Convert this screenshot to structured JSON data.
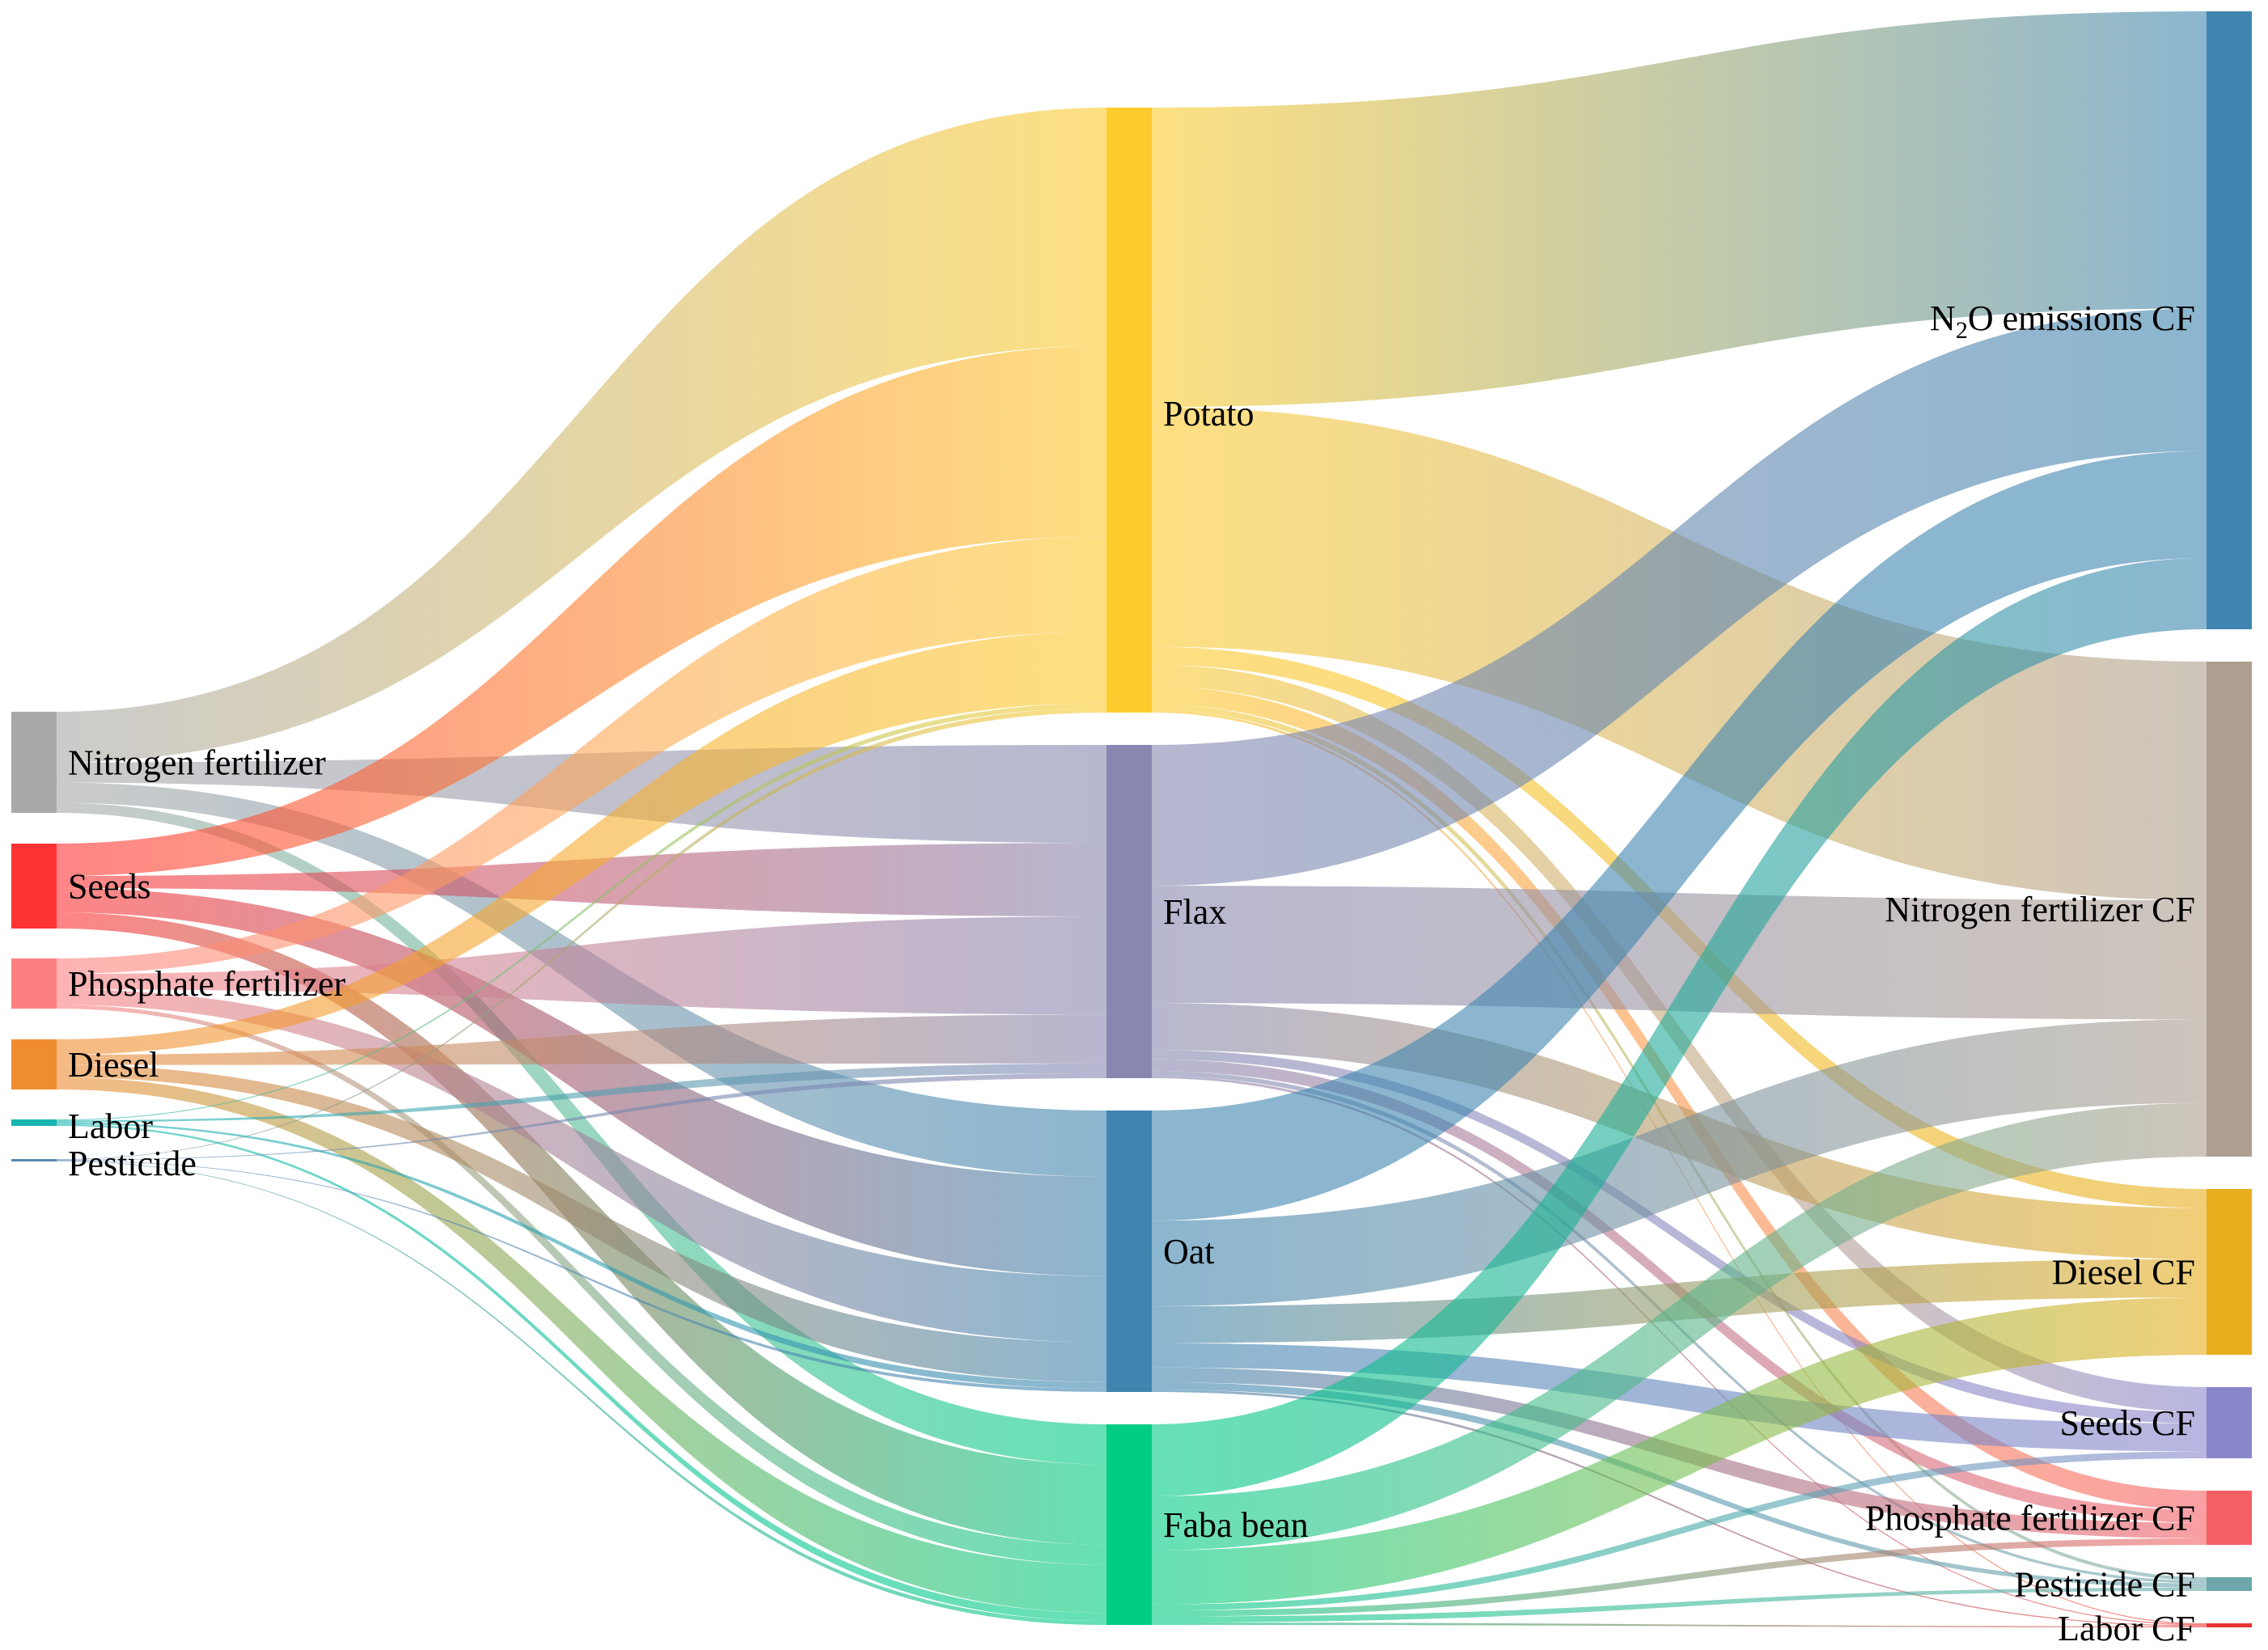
{
  "chart_data": {
    "type": "sankey",
    "colors": {
      "nitrogen_fertilizer": "#a8a8a8",
      "seeds": "#fe3333",
      "phosphate_fertilizer": "#fd8080",
      "diesel": "#ef8c30",
      "labor": "#16b5b0",
      "pesticide": "#5b86ae",
      "potato": "#fdcb2e",
      "flax": "#8787b0",
      "oat": "#3f85af",
      "faba_bean": "#00cd83",
      "n2o_cf": "#3e85af",
      "nitrogen_cf": "#ad9e8f",
      "diesel_cf": "#e7ae1d",
      "seeds_cf": "#8a86cc",
      "phosphate_cf": "#f55f64",
      "pesticide_cf": "#6da6ab",
      "labor_cf": "#e73434"
    },
    "nodes": [
      {
        "id": "nf",
        "label": "Nitrogen fertilizer",
        "color": "#a8a8a8"
      },
      {
        "id": "seeds",
        "label": "Seeds",
        "color": "#fe3333"
      },
      {
        "id": "pf",
        "label": "Phosphate fertilizer",
        "color": "#fd8080"
      },
      {
        "id": "diesel",
        "label": "Diesel",
        "color": "#ef8c30"
      },
      {
        "id": "labor",
        "label": "Labor",
        "color": "#16b5b0"
      },
      {
        "id": "pest",
        "label": "Pesticide",
        "color": "#5b86ae"
      },
      {
        "id": "potato",
        "label": "Potato",
        "color": "#fdcb2e"
      },
      {
        "id": "flax",
        "label": "Flax",
        "color": "#8787b0"
      },
      {
        "id": "oat",
        "label": "Oat",
        "color": "#3f85af"
      },
      {
        "id": "faba",
        "label": "Faba bean",
        "color": "#00cd83"
      },
      {
        "id": "n2o_cf",
        "label_parts": [
          "N",
          "2",
          "O emissions CF"
        ],
        "color": "#3e85af"
      },
      {
        "id": "nf_cf",
        "label": "Nitrogen fertilizer CF",
        "color": "#ad9e8f"
      },
      {
        "id": "diesel_cf",
        "label": "Diesel CF",
        "color": "#e7ae1d"
      },
      {
        "id": "seeds_cf",
        "label": "Seeds CF",
        "color": "#8a86cc"
      },
      {
        "id": "pf_cf",
        "label": "Phosphate fertilizer CF",
        "color": "#f55f64"
      },
      {
        "id": "pest_cf",
        "label": "Pesticide CF",
        "color": "#6da6ab"
      },
      {
        "id": "labor_cf",
        "label": "Labor CF",
        "color": "#e73434"
      }
    ],
    "links": [
      {
        "source": "nf",
        "target": "potato",
        "value": 50
      },
      {
        "source": "nf",
        "target": "flax",
        "value": 20
      },
      {
        "source": "nf",
        "target": "oat",
        "value": 20
      },
      {
        "source": "nf",
        "target": "faba",
        "value": 10
      },
      {
        "source": "seeds",
        "target": "potato",
        "value": 40
      },
      {
        "source": "seeds",
        "target": "flax",
        "value": 15
      },
      {
        "source": "seeds",
        "target": "oat",
        "value": 30
      },
      {
        "source": "seeds",
        "target": "faba",
        "value": 20
      },
      {
        "source": "pf",
        "target": "potato",
        "value": 20
      },
      {
        "source": "pf",
        "target": "flax",
        "value": 20
      },
      {
        "source": "pf",
        "target": "oat",
        "value": 20
      },
      {
        "source": "pf",
        "target": "faba",
        "value": 5
      },
      {
        "source": "diesel",
        "target": "potato",
        "value": 15
      },
      {
        "source": "diesel",
        "target": "flax",
        "value": 10
      },
      {
        "source": "diesel",
        "target": "oat",
        "value": 12
      },
      {
        "source": "diesel",
        "target": "faba",
        "value": 12
      },
      {
        "source": "labor",
        "target": "potato",
        "value": 1
      },
      {
        "source": "labor",
        "target": "flax",
        "value": 2
      },
      {
        "source": "labor",
        "target": "oat",
        "value": 2
      },
      {
        "source": "labor",
        "target": "faba",
        "value": 2
      },
      {
        "source": "pest",
        "target": "potato",
        "value": 1
      },
      {
        "source": "pest",
        "target": "flax",
        "value": 1
      },
      {
        "source": "pest",
        "target": "oat",
        "value": 1
      },
      {
        "source": "pest",
        "target": "faba",
        "value": 1
      },
      {
        "source": "potato",
        "target": "n2o_cf",
        "value": 250
      },
      {
        "source": "potato",
        "target": "nf_cf",
        "value": 200
      },
      {
        "source": "potato",
        "target": "diesel_cf",
        "value": 15
      },
      {
        "source": "potato",
        "target": "seeds_cf",
        "value": 18
      },
      {
        "source": "potato",
        "target": "pf_cf",
        "value": 15
      },
      {
        "source": "potato",
        "target": "pest_cf",
        "value": 5
      },
      {
        "source": "potato",
        "target": "labor_cf",
        "value": 2
      },
      {
        "source": "flax",
        "target": "n2o_cf",
        "value": 120
      },
      {
        "source": "flax",
        "target": "nf_cf",
        "value": 100
      },
      {
        "source": "flax",
        "target": "diesel_cf",
        "value": 40
      },
      {
        "source": "flax",
        "target": "seeds_cf",
        "value": 8
      },
      {
        "source": "flax",
        "target": "pf_cf",
        "value": 10
      },
      {
        "source": "flax",
        "target": "pest_cf",
        "value": 4
      },
      {
        "source": "flax",
        "target": "labor_cf",
        "value": 2
      },
      {
        "source": "oat",
        "target": "n2o_cf",
        "value": 90
      },
      {
        "source": "oat",
        "target": "nf_cf",
        "value": 70
      },
      {
        "source": "oat",
        "target": "diesel_cf",
        "value": 30
      },
      {
        "source": "oat",
        "target": "seeds_cf",
        "value": 20
      },
      {
        "source": "oat",
        "target": "pf_cf",
        "value": 12
      },
      {
        "source": "oat",
        "target": "pest_cf",
        "value": 6
      },
      {
        "source": "oat",
        "target": "labor_cf",
        "value": 2
      },
      {
        "source": "faba",
        "target": "n2o_cf",
        "value": 60
      },
      {
        "source": "faba",
        "target": "nf_cf",
        "value": 45
      },
      {
        "source": "faba",
        "target": "diesel_cf",
        "value": 45
      },
      {
        "source": "faba",
        "target": "seeds_cf",
        "value": 5
      },
      {
        "source": "faba",
        "target": "pf_cf",
        "value": 5
      },
      {
        "source": "faba",
        "target": "pest_cf",
        "value": 5
      },
      {
        "source": "faba",
        "target": "labor_cf",
        "value": 2
      }
    ]
  }
}
